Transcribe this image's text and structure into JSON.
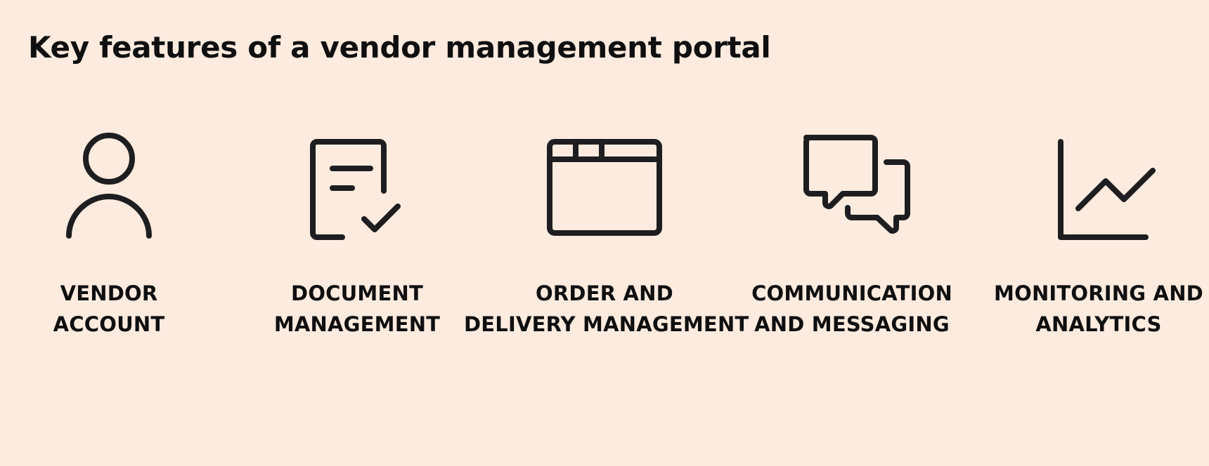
{
  "page": {
    "title": "Key features of a vendor management portal"
  },
  "features": [
    {
      "icon": "person-icon",
      "line1": "VENDOR",
      "line2": "ACCOUNT"
    },
    {
      "icon": "document-check-icon",
      "line1": "DOCUMENT",
      "line2": "MANAGEMENT"
    },
    {
      "icon": "browser-window-icon",
      "line1": "ORDER AND",
      "line2": "DELIVERY MANAGEMENT"
    },
    {
      "icon": "chat-bubbles-icon",
      "line1": "COMMUNICATION",
      "line2": "AND MESSAGING"
    },
    {
      "icon": "line-chart-icon",
      "line1": "MONITORING AND",
      "line2": "ANALYTICS"
    }
  ],
  "colors": {
    "background": "#fdebdf",
    "icon_stroke": "#1e1e20",
    "text": "#0f0f10"
  }
}
